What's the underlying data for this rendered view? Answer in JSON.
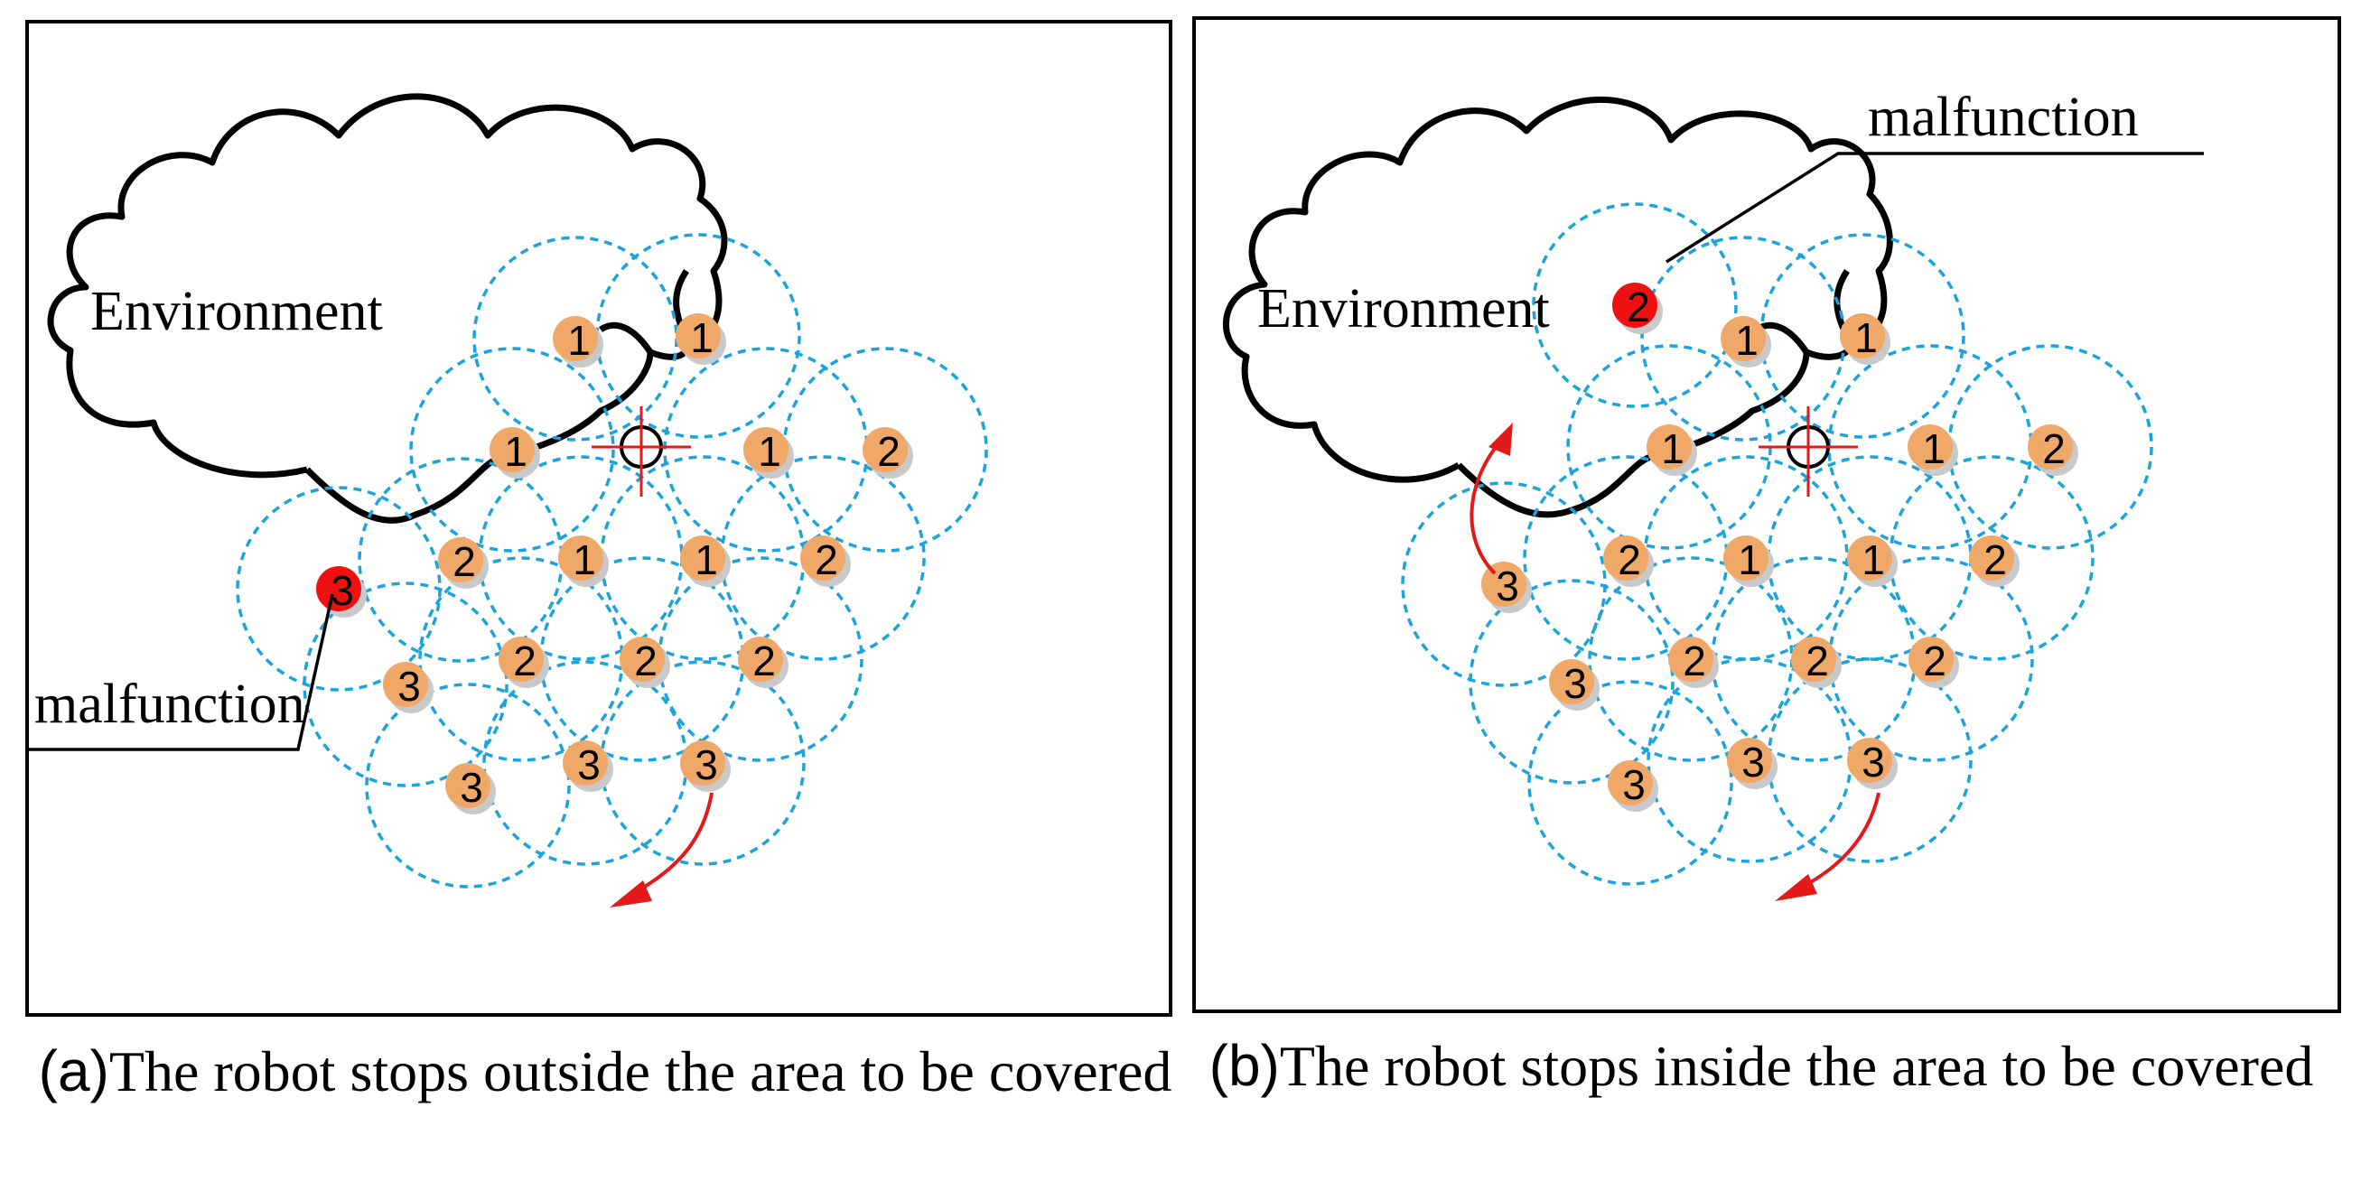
{
  "panels": [
    {
      "id": "a",
      "environment_label": "Environment",
      "malfunction_label": "malfunction",
      "caption_tag": "(a)",
      "caption_text": "The robot stops outside the area to be covered",
      "robots": [
        {
          "hop": "1",
          "state": "normal"
        },
        {
          "hop": "1",
          "state": "normal"
        },
        {
          "hop": "1",
          "state": "normal"
        },
        {
          "hop": "1",
          "state": "normal"
        },
        {
          "hop": "2",
          "state": "normal"
        },
        {
          "hop": "2",
          "state": "normal"
        },
        {
          "hop": "1",
          "state": "normal"
        },
        {
          "hop": "1",
          "state": "normal"
        },
        {
          "hop": "2",
          "state": "normal"
        },
        {
          "hop": "3",
          "state": "malfunction"
        },
        {
          "hop": "3",
          "state": "normal"
        },
        {
          "hop": "2",
          "state": "normal"
        },
        {
          "hop": "2",
          "state": "normal"
        },
        {
          "hop": "2",
          "state": "normal"
        },
        {
          "hop": "3",
          "state": "normal"
        },
        {
          "hop": "3",
          "state": "normal"
        },
        {
          "hop": "3",
          "state": "normal"
        }
      ]
    },
    {
      "id": "b",
      "environment_label": "Environment",
      "malfunction_label": "malfunction",
      "caption_tag": "(b)",
      "caption_text": "The robot stops inside the area to be covered",
      "robots": [
        {
          "hop": "2",
          "state": "malfunction"
        },
        {
          "hop": "1",
          "state": "normal"
        },
        {
          "hop": "1",
          "state": "normal"
        },
        {
          "hop": "1",
          "state": "normal"
        },
        {
          "hop": "1",
          "state": "normal"
        },
        {
          "hop": "2",
          "state": "normal"
        },
        {
          "hop": "3",
          "state": "normal"
        },
        {
          "hop": "2",
          "state": "normal"
        },
        {
          "hop": "1",
          "state": "normal"
        },
        {
          "hop": "1",
          "state": "normal"
        },
        {
          "hop": "2",
          "state": "normal"
        },
        {
          "hop": "3",
          "state": "normal"
        },
        {
          "hop": "2",
          "state": "normal"
        },
        {
          "hop": "2",
          "state": "normal"
        },
        {
          "hop": "2",
          "state": "normal"
        },
        {
          "hop": "3",
          "state": "normal"
        },
        {
          "hop": "3",
          "state": "normal"
        },
        {
          "hop": "3",
          "state": "normal"
        }
      ]
    }
  ],
  "colors": {
    "robot": "#f0a868",
    "malfunction_robot": "#ee1111",
    "sensing_range": "#1aa3dc",
    "arrow": "#e41a1a"
  }
}
